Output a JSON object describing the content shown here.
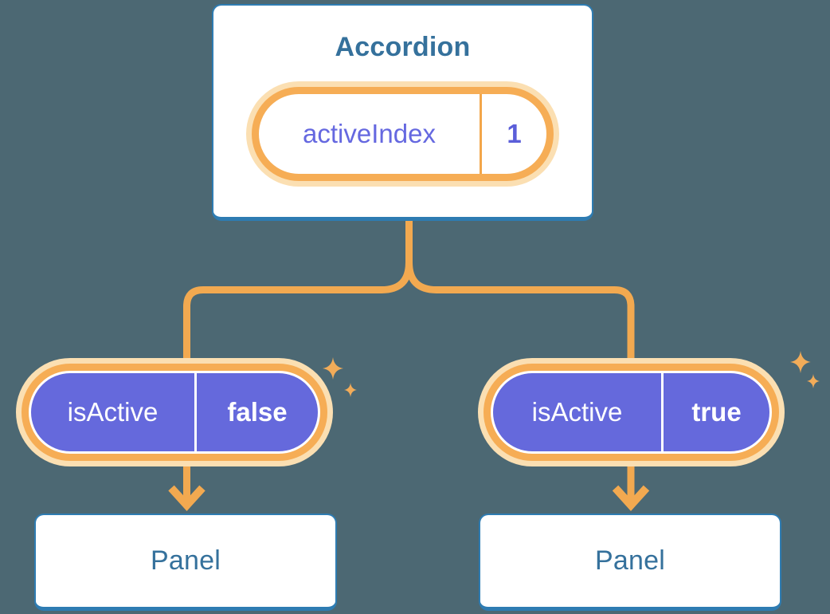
{
  "canvas": {
    "background_color": "#4C6873"
  },
  "palette": {
    "card_border_blue": "#2E7CB2",
    "card_text_blue": "#35719C",
    "ring_orange": "#F6AD55",
    "ring_glow": "#FBDFB2",
    "connector_orange": "#F2A950",
    "pill_purple": "#6569DC",
    "state_name_purple": "#6568E0",
    "state_value_purple": "#5B5ED9"
  },
  "accordion": {
    "title": "Accordion",
    "state": {
      "name": "activeIndex",
      "value": "1"
    }
  },
  "children": [
    {
      "prop_name": "isActive",
      "prop_value": "false",
      "panel_label": "Panel"
    },
    {
      "prop_name": "isActive",
      "prop_value": "true",
      "panel_label": "Panel"
    }
  ],
  "icons": {
    "sparkles": "sparkle-icon",
    "arrows": "arrow-down-icon"
  }
}
